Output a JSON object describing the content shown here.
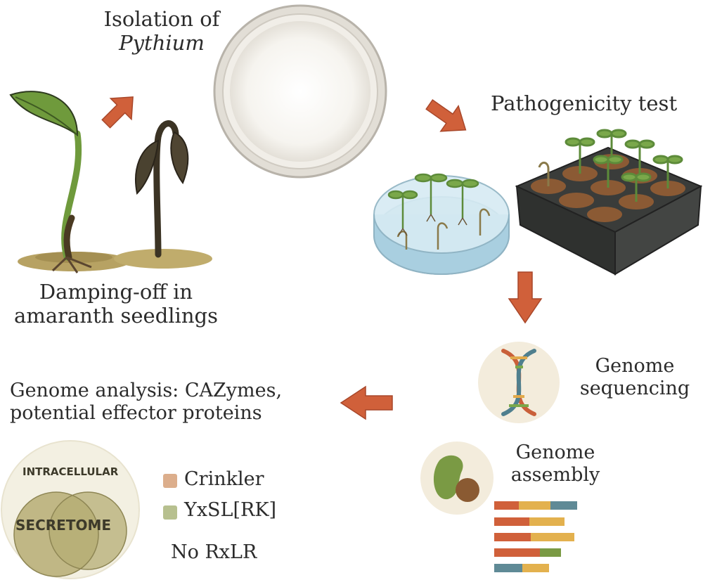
{
  "steps": {
    "isolation_line1": "Isolation of",
    "isolation_line2": "Pythium",
    "damping_line1": "Damping-off in",
    "damping_line2": "amaranth seedlings",
    "pathogenicity": "Pathogenicity test",
    "sequencing_line1": "Genome",
    "sequencing_line2": "sequencing",
    "assembly_line1": "Genome",
    "assembly_line2": "assembly",
    "analysis_line1": "Genome analysis: CAZymes,",
    "analysis_line2": "potential effector proteins"
  },
  "venn": {
    "outer_label": "INTRACELLULAR",
    "inner_label": "SECRETOME"
  },
  "legend": {
    "items": [
      {
        "label": "Crinkler",
        "color": "#dcae8c"
      },
      {
        "label": "YxSL[RK]",
        "color": "#b7c08f"
      }
    ],
    "note": "No RxLR"
  },
  "colors": {
    "arrow": "#d0603a",
    "leaf": "#6f9a3c",
    "soil": "#b7a263",
    "venn_outer": "#f3f0e2",
    "venn_inner": "#b6ad74"
  },
  "icons": [
    "seedling-icon",
    "petri-dish-icon",
    "seedling-tray-icon",
    "dna-icon",
    "genome-blob-icon",
    "contig-bars-icon"
  ]
}
